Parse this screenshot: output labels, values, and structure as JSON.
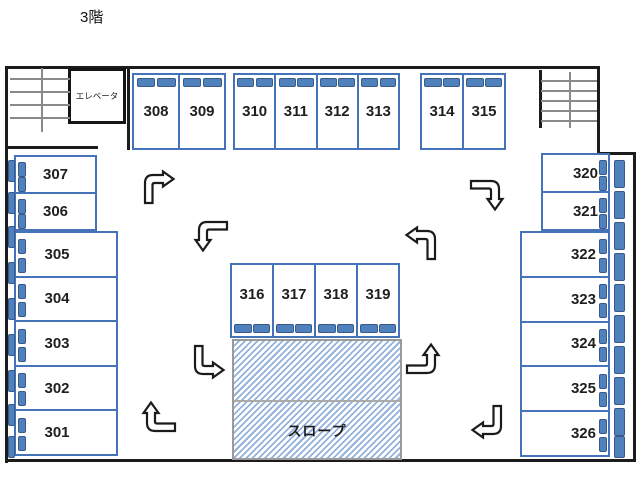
{
  "title": "3階",
  "elevator_label": "エレベータ",
  "ramp": {
    "label": "スロープ"
  },
  "stalls": {
    "top_left": [
      "308",
      "309"
    ],
    "top_center": [
      "310",
      "311",
      "312",
      "313"
    ],
    "top_right": [
      "314",
      "315"
    ],
    "left": [
      "307",
      "306",
      "305",
      "304",
      "303",
      "302",
      "301"
    ],
    "right": [
      "320",
      "321",
      "322",
      "323",
      "324",
      "325",
      "326"
    ],
    "center": [
      "316",
      "317",
      "318",
      "319"
    ]
  },
  "arrows": [
    {
      "direction": "up-then-right"
    },
    {
      "direction": "left-then-down"
    },
    {
      "direction": "right-then-down"
    },
    {
      "direction": "up-then-left"
    },
    {
      "direction": "down-then-right"
    },
    {
      "direction": "left-then-up"
    },
    {
      "direction": "right-then-up"
    },
    {
      "direction": "down-then-left"
    }
  ],
  "colors": {
    "stall_border": "#4573b9",
    "wheel_stop": "#4f81bd",
    "wall": "#1c1c1c",
    "hatch": "#92b1dc",
    "stair_line": "#8a8a8a",
    "ramp_border": "#9a9a9a"
  }
}
